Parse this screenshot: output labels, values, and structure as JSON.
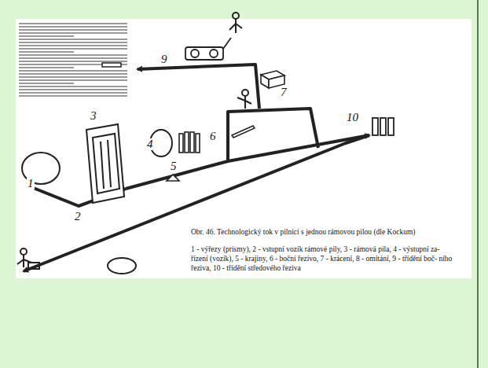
{
  "diagram": {
    "caption": "Obr. 46. Technologický tok v pilnici s jednou rámovou pilou (dle Kockum)",
    "labels": [
      "1",
      "2",
      "3",
      "4",
      "5",
      "6",
      "7",
      "9",
      "10",
      "1 - výřezy (prismy), 2 - vstupní vozík rámové pily, 3 - rámová pila, 4 - výstupní za- řízení (vozík), 5 - krajiny, 6 - boční řezivo, 7 - krácení, 8 - omítání, 9 - třídění boč- ního řeziva, 10 - třídění středového řeziva"
    ]
  }
}
